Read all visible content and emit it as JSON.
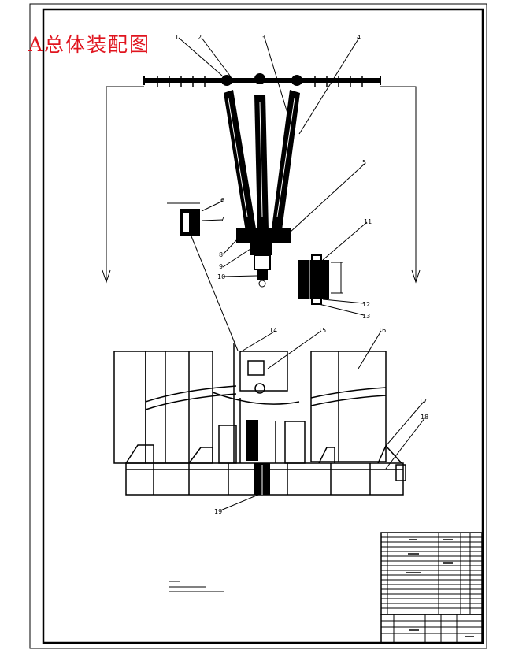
{
  "drawing": {
    "title": "A总体装配图",
    "accent_color": "#e0141e",
    "line_color": "#000000",
    "balloons": [
      "1",
      "2",
      "3",
      "4",
      "5",
      "6",
      "7",
      "8",
      "9",
      "10",
      "11",
      "12",
      "13",
      "14",
      "15",
      "16",
      "17",
      "18",
      "19"
    ]
  }
}
